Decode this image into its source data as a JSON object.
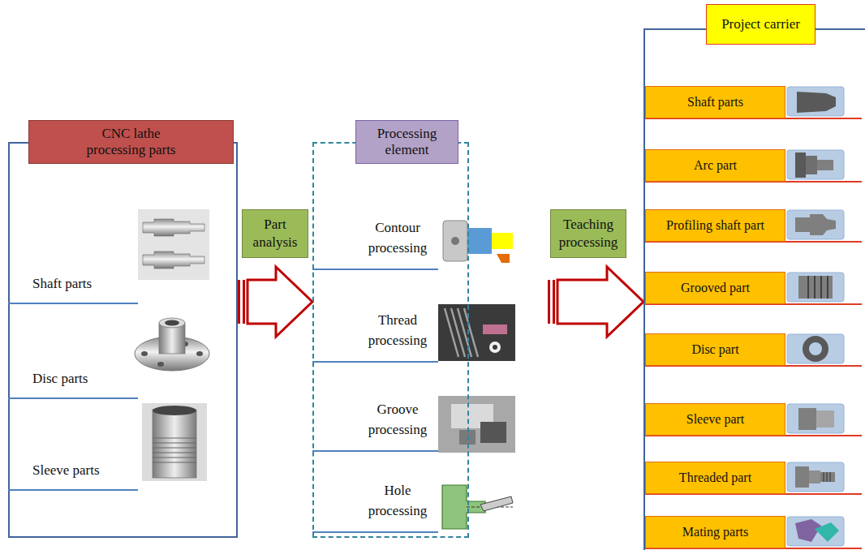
{
  "diagram": {
    "nodes": [
      {
        "text": [
          "CNC lathe processing parts",
          "Shaft parts",
          "Disc parts",
          "Sleeve parts"
        ]
      },
      {
        "text": [
          "Processing element",
          "Contour processing",
          "Thread processing",
          "Groove processing",
          "Hole processing"
        ]
      },
      {
        "text": [
          "Project carrier"
        ]
      },
      {
        "text": [
          "Shaft parts"
        ],
        "in": 2
      },
      {
        "text": [
          "Arc part"
        ],
        "in": 2
      },
      {
        "text": [
          "Profiling shaft part"
        ],
        "in": 2
      },
      {
        "text": [
          "Grooved part"
        ],
        "in": 2
      },
      {
        "text": [
          "Disc part"
        ],
        "in": 2
      },
      {
        "text": [
          "Sleeve part"
        ],
        "in": 2
      },
      {
        "text": [
          "Threaded part"
        ],
        "in": 2
      },
      {
        "text": [
          "Mating parts"
        ],
        "in": 2
      }
    ],
    "edges": [
      {
        "from": 0,
        "to": 1,
        "arrow": "to",
        "label": "Part analysis"
      },
      {
        "from": 1,
        "to": 2,
        "arrow": "to",
        "label": "Teaching processing"
      }
    ]
  }
}
